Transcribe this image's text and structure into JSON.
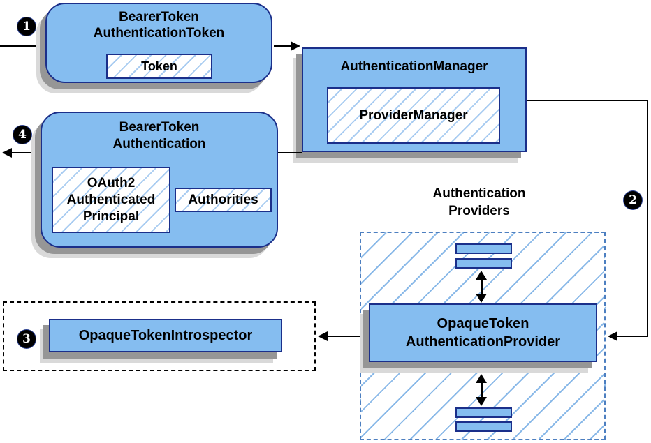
{
  "colors": {
    "node_fill": "#85bdf0",
    "node_border": "#1b2f8a",
    "hatch_line_small": "#a9ccf1",
    "hatch_line_container": "#8ab9e8",
    "container_dashed_border": "#4d7fc0",
    "introspector_dashed_border": "#000000",
    "shadow_dark": "#969696",
    "shadow_light": "#d9d9d9",
    "connector": "#000000",
    "badge_background": "#000000",
    "badge_text": "#ffffff"
  },
  "badges": {
    "step1": "1",
    "step2": "2",
    "step3": "3",
    "step4": "4"
  },
  "nodes": {
    "bearer_token_authentication_token": {
      "title": "BearerToken\nAuthenticationToken",
      "token": "Token"
    },
    "authentication_manager": {
      "title": "AuthenticationManager",
      "provider_manager": "ProviderManager"
    },
    "bearer_token_authentication": {
      "title": "BearerToken\nAuthentication",
      "principal": "OAuth2\nAuthenticated\nPrincipal",
      "authorities": "Authorities"
    },
    "providers_group": {
      "label": "Authentication\nProviders"
    },
    "opaque_token_authentication_provider": {
      "title": "OpaqueToken\nAuthenticationProvider"
    },
    "opaque_token_introspector": {
      "title": "OpaqueTokenIntrospector"
    }
  }
}
